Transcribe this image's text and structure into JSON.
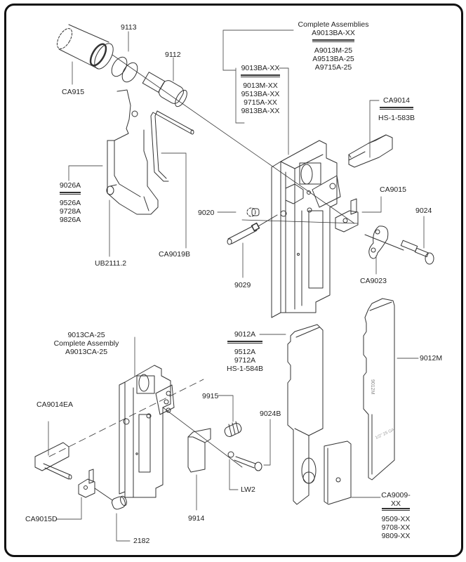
{
  "diagram": {
    "title": "Exploded parts diagram",
    "parts": {
      "p9113": "9113",
      "p9112": "9112",
      "pCA915": "CA915",
      "p9026A_group": {
        "head": "9026A",
        "alts": [
          "9526A",
          "9728A",
          "9826A"
        ]
      },
      "pUB2111": "UB2111.2",
      "pCA9019B": "CA9019B",
      "assembly_top": {
        "heading": "Complete Assemblies",
        "head": "A9013BA-XX",
        "alts": [
          "A9013M-25",
          "A9513BA-25",
          "A9715A-25"
        ]
      },
      "p9013BA_group": {
        "head": "9013BA-XX",
        "alts": [
          "9013M-XX",
          "9513BA-XX",
          "9715A-XX",
          "9813BA-XX"
        ]
      },
      "pCA9014_group": {
        "head": "CA9014",
        "alts": [
          "HS-1-583B"
        ]
      },
      "p9020": "9020",
      "p9029": "9029",
      "pCA9015": "CA9015",
      "p9024": "9024",
      "pCA9023": "CA9023",
      "assembly_bottom": {
        "lines": [
          "9013CA-25",
          "Complete Assembly",
          "A9013CA-25"
        ]
      },
      "pCA9014EA": "CA9014EA",
      "pCA9015D": "CA9015D",
      "p2182": "2182",
      "p9914": "9914",
      "p9915": "9915",
      "p9024B": "9024B",
      "pLW2": "LW2",
      "p9012A_group": {
        "head": "9012A",
        "alts": [
          "9512A",
          "9712A",
          "HS-1-584B"
        ]
      },
      "p9012M": "9012M",
      "pCA9009_group": {
        "head_line1": "CA9009-",
        "head_line2": "XX",
        "alts": [
          "9509-XX",
          "9708-XX",
          "9809-XX"
        ]
      },
      "stamp_9012M": "9012M",
      "stamp_gauge": "1/2\" 25 GA"
    }
  }
}
